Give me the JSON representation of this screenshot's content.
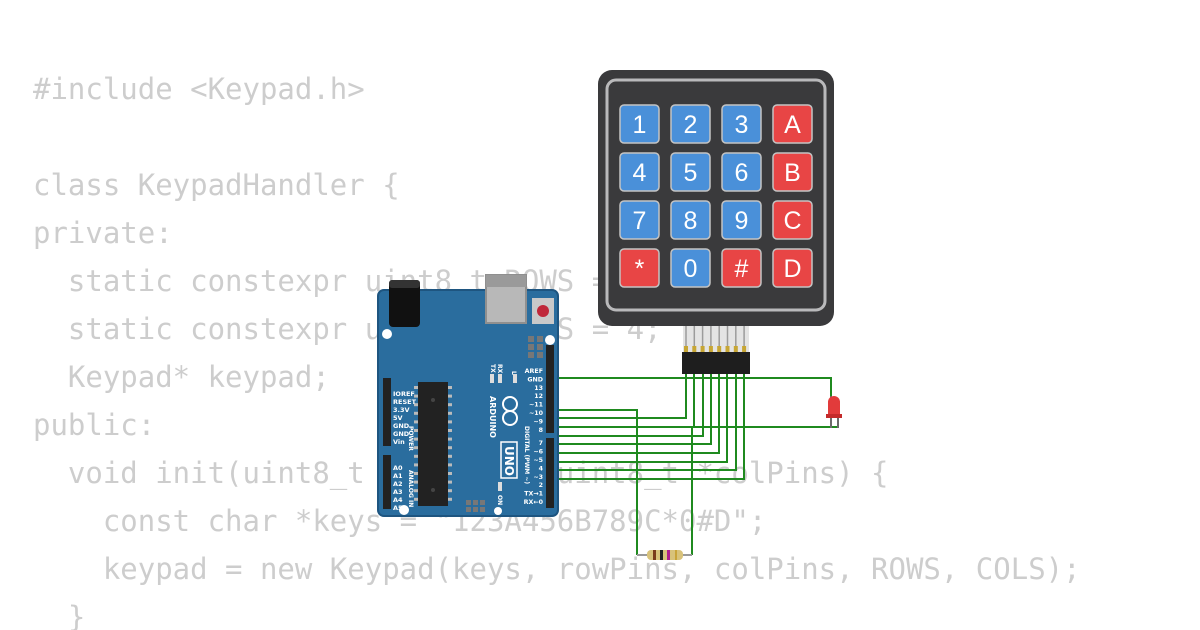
{
  "code": {
    "lines": [
      "#include <Keypad.h>",
      "",
      "class KeypadHandler {",
      "private:",
      "  static constexpr uint8_t ROWS = 4;",
      "  static constexpr uint8_t COLS = 4;",
      "  Keypad* keypad;",
      "public:",
      "  void init(uint8_t *rowPins, uint8_t *colPins) {",
      "    const char *keys = \"123A456B789C*0#D\";",
      "    keypad = new Keypad(keys, rowPins, colPins, ROWS, COLS);",
      "  }"
    ],
    "color": "#cdcdcd"
  },
  "keypad": {
    "rows": [
      [
        {
          "label": "1",
          "color": "blue"
        },
        {
          "label": "2",
          "color": "blue"
        },
        {
          "label": "3",
          "color": "blue"
        },
        {
          "label": "A",
          "color": "red"
        }
      ],
      [
        {
          "label": "4",
          "color": "blue"
        },
        {
          "label": "5",
          "color": "blue"
        },
        {
          "label": "6",
          "color": "blue"
        },
        {
          "label": "B",
          "color": "red"
        }
      ],
      [
        {
          "label": "7",
          "color": "blue"
        },
        {
          "label": "8",
          "color": "blue"
        },
        {
          "label": "9",
          "color": "blue"
        },
        {
          "label": "C",
          "color": "red"
        }
      ],
      [
        {
          "label": "*",
          "color": "red"
        },
        {
          "label": "0",
          "color": "blue"
        },
        {
          "label": "#",
          "color": "red"
        },
        {
          "label": "D",
          "color": "red"
        }
      ]
    ],
    "colors": {
      "blue": "#4a90d9",
      "red": "#e84545",
      "body": "#3a3a3c",
      "border": "#b9b9bb"
    }
  },
  "arduino": {
    "brand": "ARDUINO",
    "model": "UNO",
    "power_pins": [
      "IOREF",
      "RESET",
      "3.3V",
      "5V",
      "GND",
      "GND",
      "Vin"
    ],
    "power_header": "POWER",
    "analog_pins": [
      "A0",
      "A1",
      "A2",
      "A3",
      "A4",
      "A5"
    ],
    "analog_header": "ANALOG IN",
    "digital_pins": [
      "AREF",
      "GND",
      "13",
      "12",
      "~11",
      "~10",
      "~9",
      "8",
      "7",
      "~6",
      "~5",
      "4",
      "~3",
      "2",
      "TX→1",
      "RX←0"
    ],
    "digital_header": "DIGITAL (PWM ~)",
    "leds": [
      "L",
      "TX",
      "RX"
    ],
    "on_label": "ON",
    "colors": {
      "board": "#2a6d9e",
      "board_edge": "#1e5580",
      "silk": "#ffffff"
    }
  },
  "wires": {
    "color": "#1f8a1f"
  },
  "led": {
    "color": "#e23b3b"
  },
  "resistor": {
    "color": "#d8c27a"
  }
}
